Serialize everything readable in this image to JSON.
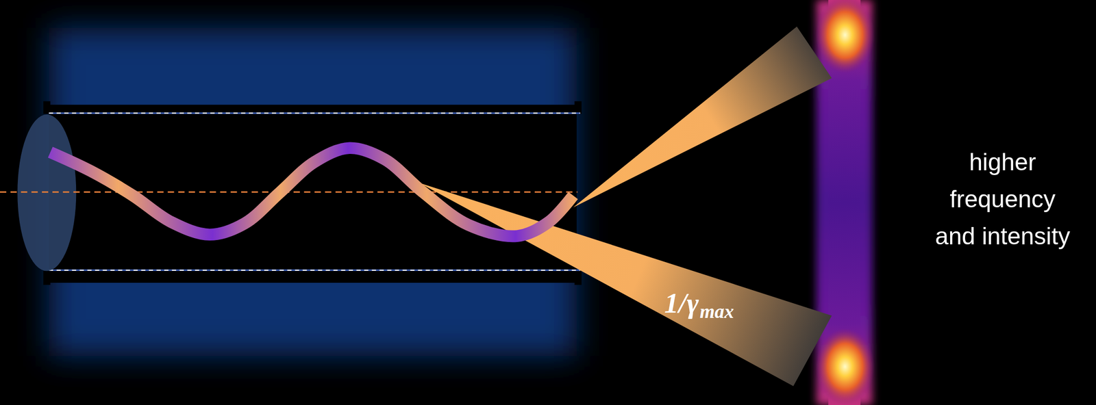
{
  "diagram": {
    "labels": [
      "1/γ",
      "max",
      "higher frequency and intensity"
    ]
  }
}
